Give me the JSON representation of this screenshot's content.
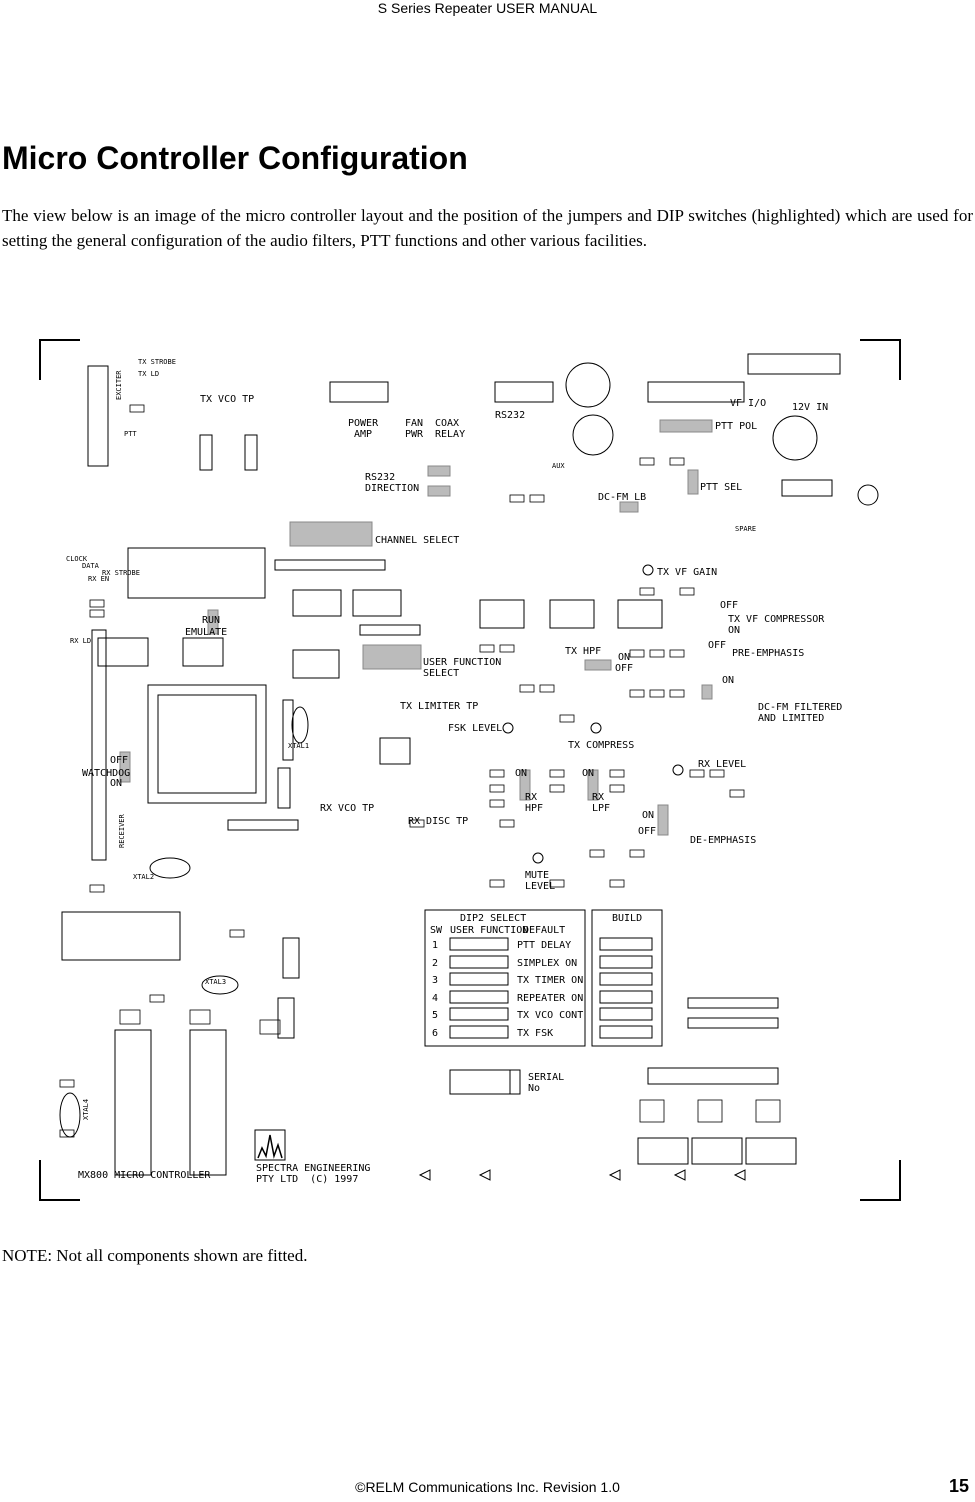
{
  "header": {
    "manual_title": "S Series Repeater USER MANUAL"
  },
  "section": {
    "title": "Micro Controller Configuration"
  },
  "intro_text": "The view below is an image of the micro controller layout and the position of the jumpers and DIP switches (highlighted) which are used for setting the general configuration of the audio filters, PTT functions and other various facilities.",
  "board": {
    "labels": {
      "tx_strobe": "TX STROBE",
      "tx_ld": "TX LD",
      "tx_vco_tp": "TX VCO TP",
      "exciter": "EXCITER",
      "ptt": "PTT",
      "power_amp": "POWER\n AMP",
      "fan_pwr": "FAN\nPWR",
      "coax_relay": "COAX\nRELAY",
      "rs232": "RS232",
      "vf_io": "VF I/O",
      "ptt_pol": "PTT POL",
      "v12_in": "12V IN",
      "rs232_direction": "RS232\nDIRECTION",
      "ptt_sel": "PTT SEL",
      "dc_fm_lb": "DC-FM LB",
      "aux": "AUX",
      "spare": "SPARE",
      "channel_select": "CHANNEL SELECT",
      "clock": "CLOCK",
      "data": "DATA",
      "rx_strobe": "RX STROBE",
      "rx_en": "RX EN",
      "rx_ld": "RX LD",
      "run": "RUN",
      "emulate": "EMULATE",
      "tx_vf_gain": "TX VF GAIN",
      "tx_vf_compressor": "TX VF COMPRESSOR",
      "pre_emphasis": "PRE-EMPHASIS",
      "user_function_select": "USER FUNCTION\nSELECT",
      "tx_hpf": "TX HPF",
      "dc_fm_filtered": "DC-FM FILTERED\nAND LIMITED",
      "tx_limiter_tp": "TX LIMITER TP",
      "fsk_level": "FSK LEVEL",
      "tx_compress": "TX COMPRESS",
      "rx_level": "RX LEVEL",
      "watchdog": "WATCHDOG",
      "xtal1": "XTAL1",
      "rx_vco_tp": "RX VCO TP",
      "receiver": "RECEIVER",
      "rx_disc_tp": "RX DISC TP",
      "rx_hpf": "RX\nHPF",
      "rx_lpf": "RX\nLPF",
      "de_emphasis": "DE-EMPHASIS",
      "mute_level": "MUTE\nLEVEL",
      "xtal2": "XTAL2",
      "xtal3": "XTAL3",
      "xtal4": "XTAL4",
      "on": "ON",
      "off": "OFF",
      "serial_no": "SERIAL\nNo",
      "mx800": "MX800 MICRO CONTROLLER",
      "spectra": "SPECTRA ENGINEERING\nPTY LTD  (C) 1997",
      "dip2_header": "DIP2 SELECT",
      "sw_col": "SW",
      "function_col": "USER FUNCTION",
      "default_col": "DEFAULT",
      "build_header": "BUILD"
    },
    "dip2_rows": [
      {
        "sw": "1",
        "function": "PTT DELAY"
      },
      {
        "sw": "2",
        "function": "SIMPLEX ON"
      },
      {
        "sw": "3",
        "function": "TX TIMER ON"
      },
      {
        "sw": "4",
        "function": "REPEATER ON"
      },
      {
        "sw": "5",
        "function": "TX VCO CONT"
      },
      {
        "sw": "6",
        "function": "TX FSK"
      }
    ],
    "highlight_color": "#bbbbbb"
  },
  "note": "NOTE:  Not all components shown are fitted.",
  "footer": {
    "text": "©RELM Communications Inc.  Revision 1.0",
    "page_number": "15"
  }
}
